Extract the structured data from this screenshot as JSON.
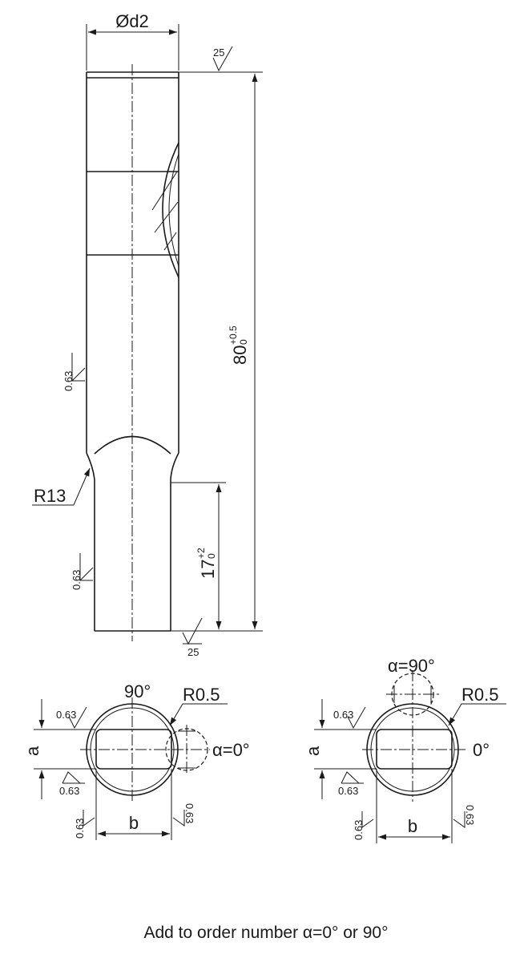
{
  "labels": {
    "dia_d2": "Ød2",
    "length_total": "80",
    "length_total_tol_upper": "+0.5",
    "length_total_tol_lower": "0",
    "length_short": "17",
    "length_short_tol_upper": "+2",
    "length_short_tol_lower": "0",
    "radius_r13": "R13",
    "radius_r05": "R0.5",
    "angle_90": "90°",
    "alpha_0": "α=0°",
    "alpha_90": "α=90°",
    "angle_0": "0°",
    "dim_a": "a",
    "dim_b": "b",
    "roughness_25": "25",
    "roughness_063": "0.63"
  },
  "caption": "Add to order number α=0° or 90°"
}
